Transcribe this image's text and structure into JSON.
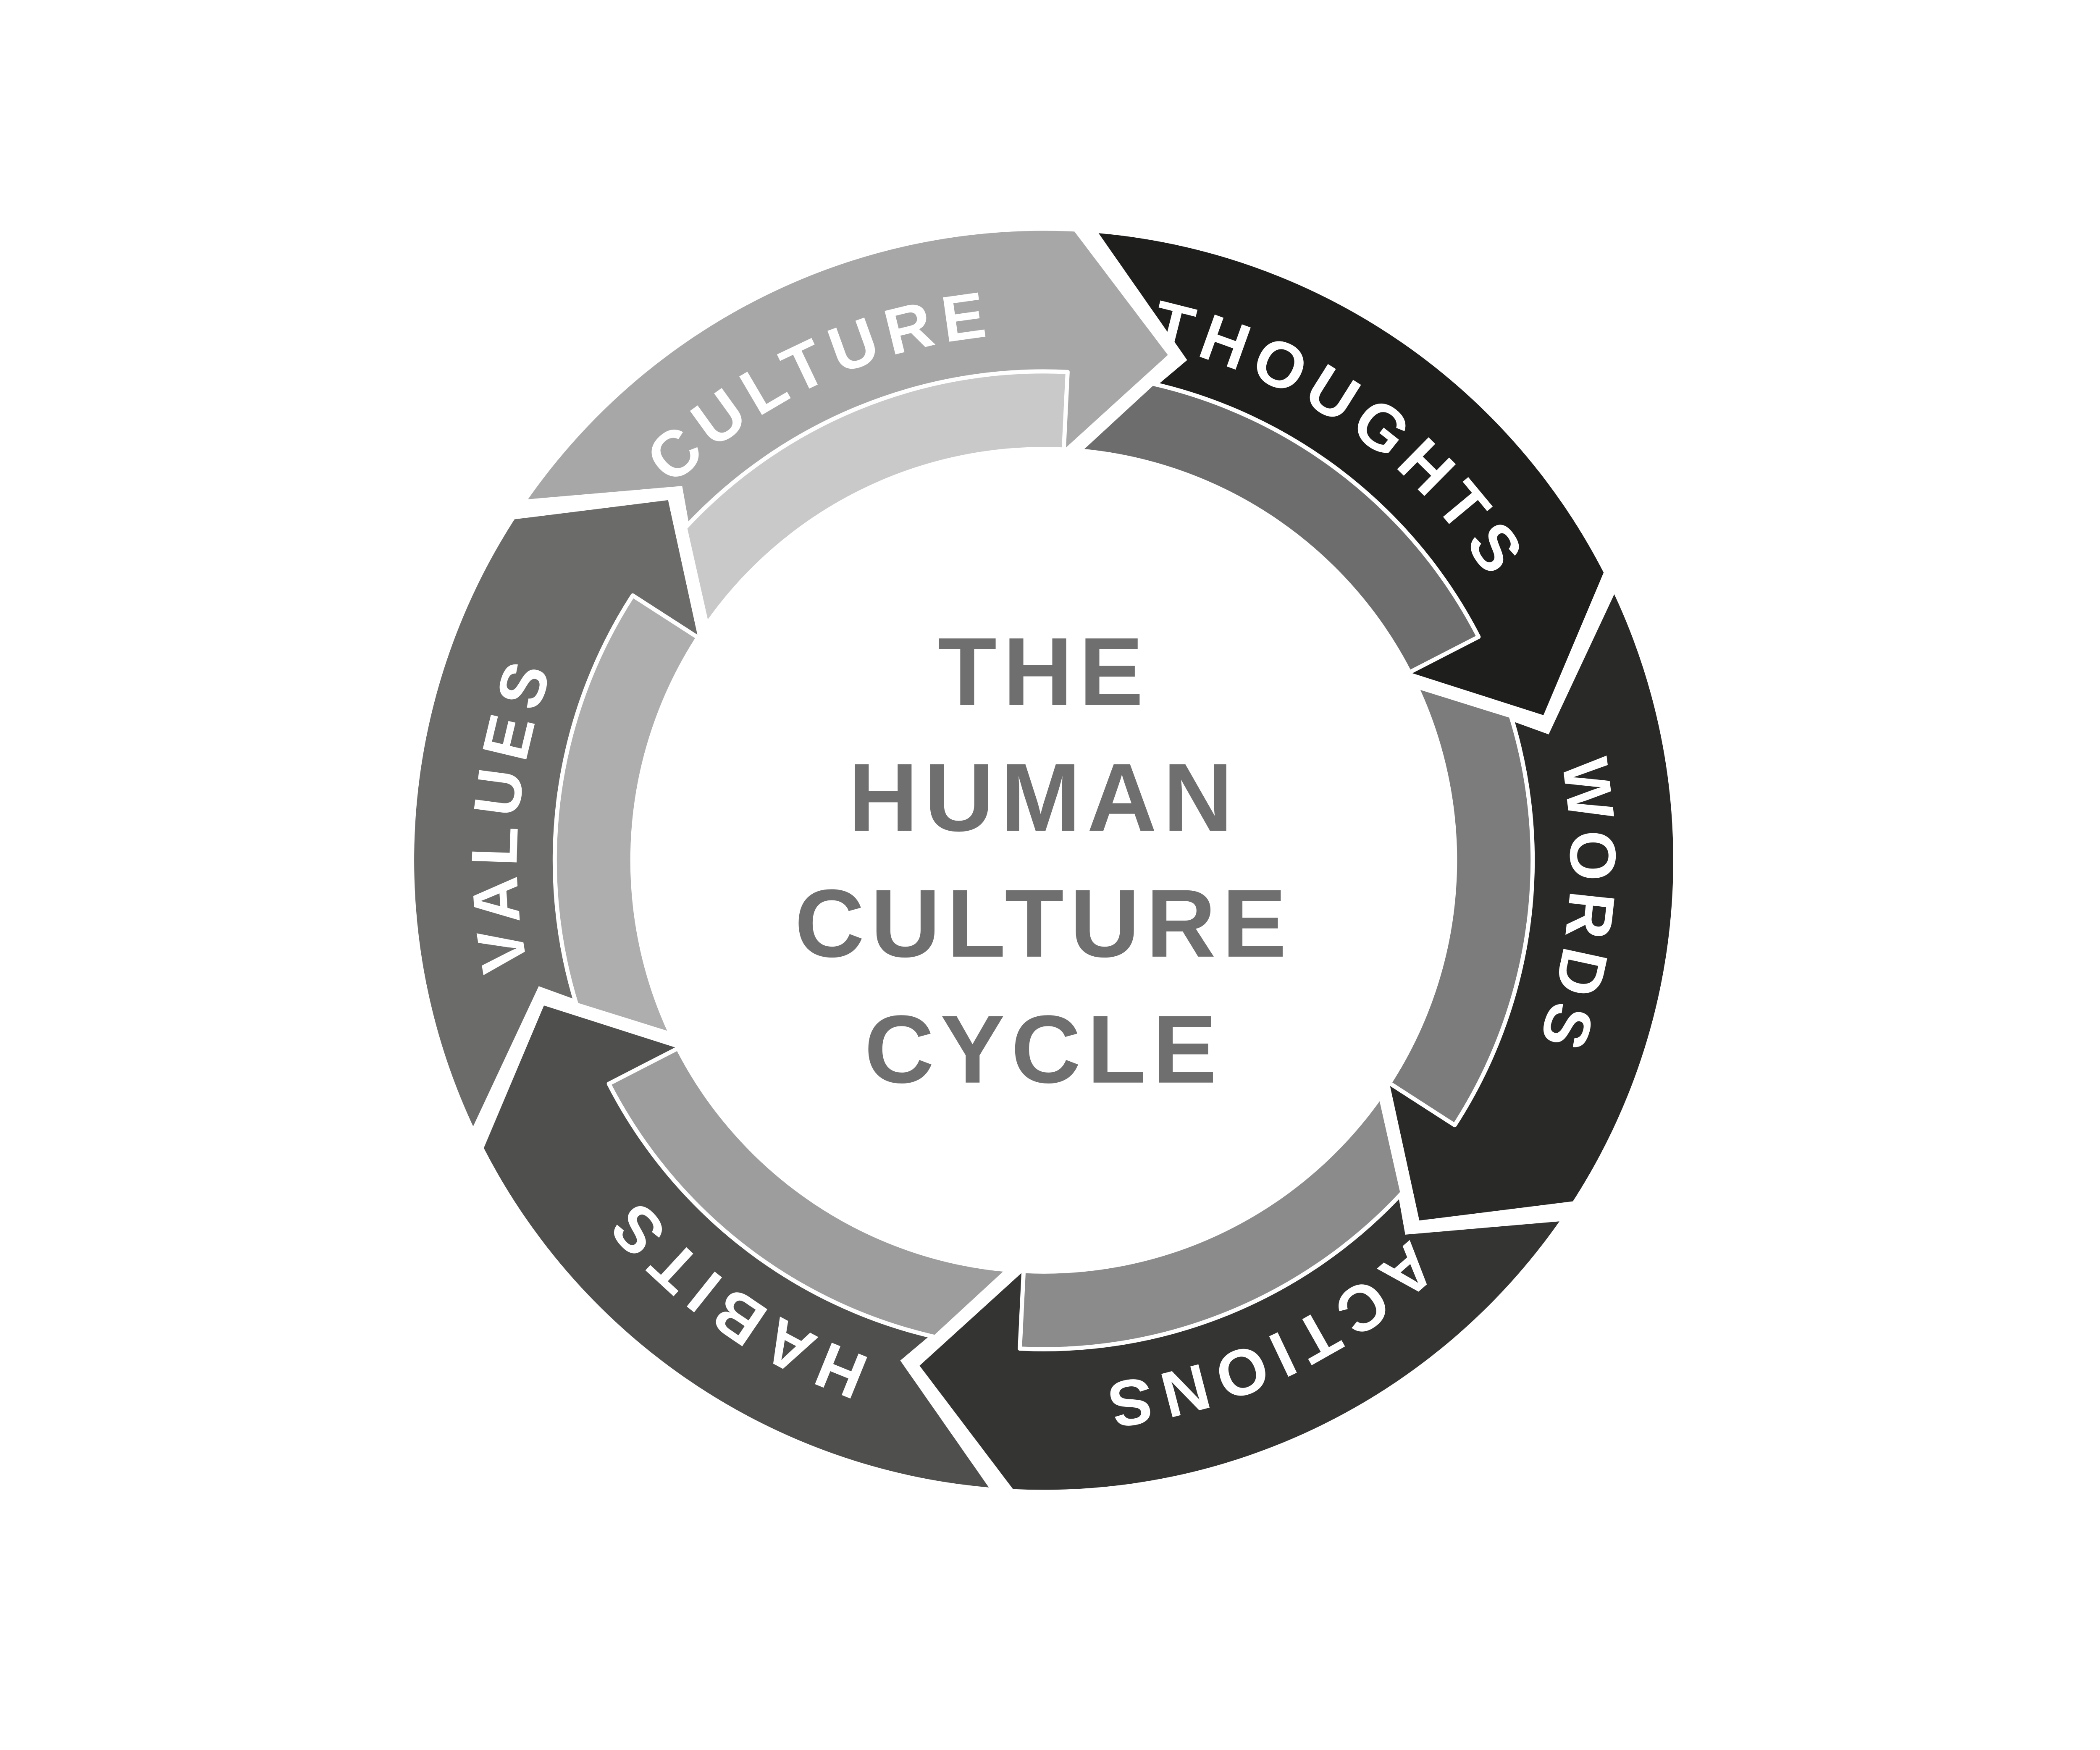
{
  "diagram": {
    "title_lines": [
      "THE",
      "HUMAN",
      "CULTURE",
      "CYCLE"
    ],
    "title_color": "#6f6f6f",
    "background_color": "#ffffff",
    "label_color": "#ffffff",
    "arrow_direction": "clockwise",
    "segments": [
      {
        "label": "THOUGHTS",
        "color": "#1e1e1c",
        "inner_color": "#6d6d6d"
      },
      {
        "label": "WORDS",
        "color": "#292927",
        "inner_color": "#7c7c7c"
      },
      {
        "label": "ACTIONS",
        "color": "#343432",
        "inner_color": "#8b8b8b"
      },
      {
        "label": "HABITS",
        "color": "#4f4f4d",
        "inner_color": "#9d9d9d"
      },
      {
        "label": "VALUES",
        "color": "#6b6b69",
        "inner_color": "#aeaeae"
      },
      {
        "label": "CULTURE",
        "color": "#a7a7a7",
        "inner_color": "#c9c9c9"
      }
    ]
  }
}
